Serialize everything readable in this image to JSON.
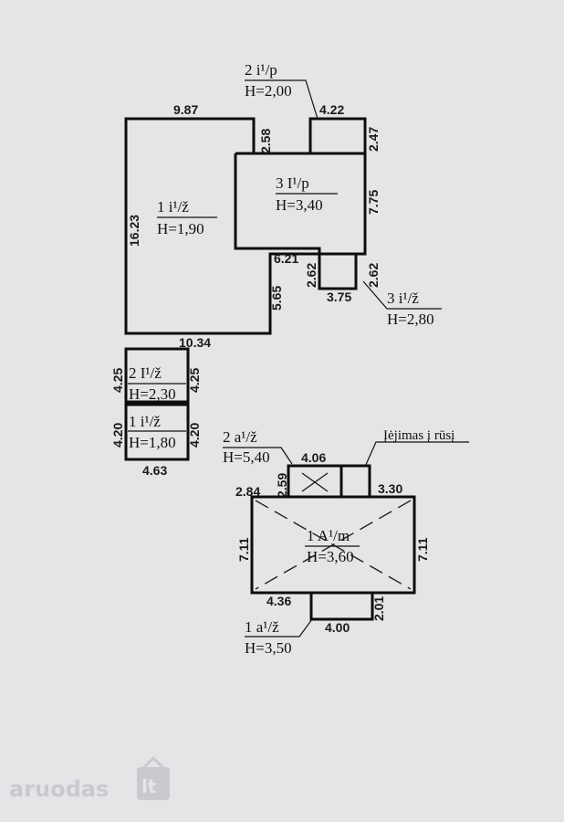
{
  "rooms": {
    "r1_upper": {
      "code": "1 i¹/ž",
      "height": "H=1,90"
    },
    "r2_top": {
      "code": "2 i¹/p",
      "height": "H=2,00"
    },
    "r3_mid": {
      "code": "3 I¹/p",
      "height": "H=3,40"
    },
    "r3_small": {
      "code": "3 i¹/ž",
      "height": "H=2,80"
    },
    "r2_left": {
      "code": "2 I¹/ž",
      "height": "H=2,30"
    },
    "r1_left": {
      "code": "1 i¹/ž",
      "height": "H=1,80"
    },
    "a2": {
      "code": "2 a¹/ž",
      "height": "H=5,40"
    },
    "main_A": {
      "code": "1 A¹/m",
      "height": "H=3,60"
    },
    "a1": {
      "code": "1 a¹/ž",
      "height": "H=3,50"
    }
  },
  "entrance_label": "Įėjimas į rūsį",
  "dims": {
    "d987": "9.87",
    "d258": "2.58",
    "d422": "4.22",
    "d247": "2.47",
    "d1623": "16.23",
    "d775": "7.75",
    "d621": "6.21",
    "d262a": "2.62",
    "d262b": "2.62",
    "d375": "3.75",
    "d565": "5.65",
    "d1034": "10.34",
    "d425a": "4.25",
    "d425b": "4.25",
    "d420a": "4.20",
    "d420b": "4.20",
    "d463": "4.63",
    "d406": "4.06",
    "d259": "2.59",
    "d284": "2.84",
    "d330": "3.30",
    "d711a": "7.11",
    "d711b": "7.11",
    "d436": "4.36",
    "d201": "2.01",
    "d400": "4.00"
  },
  "watermark": {
    "brand": "aruodas",
    "tld": "lt"
  },
  "colors": {
    "background": "#e4e5e7",
    "ink": "#111111",
    "watermark": "#c9cacd"
  }
}
